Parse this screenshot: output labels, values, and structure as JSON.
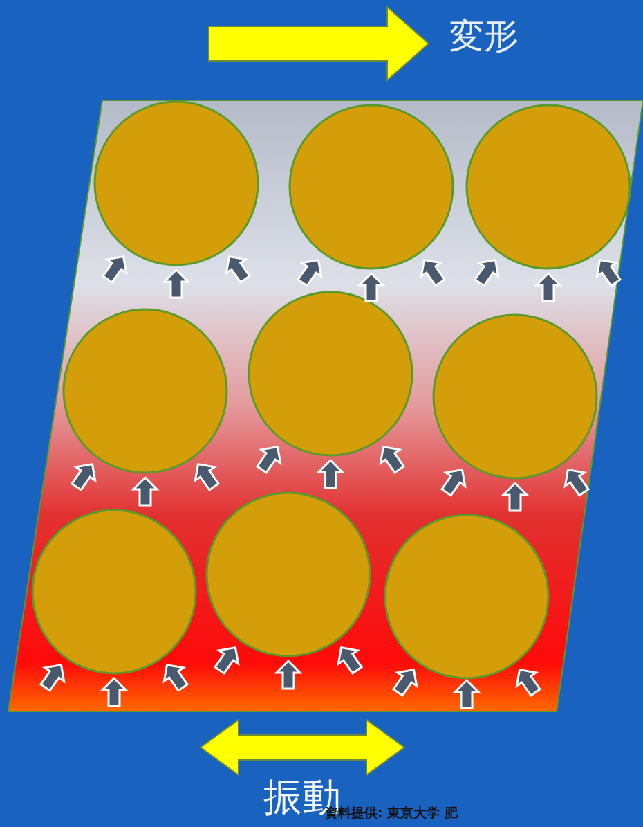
{
  "diagram": {
    "labels": [
      "変形",
      "振動",
      "資料提供: 東京大学 肥"
    ]
  }
}
